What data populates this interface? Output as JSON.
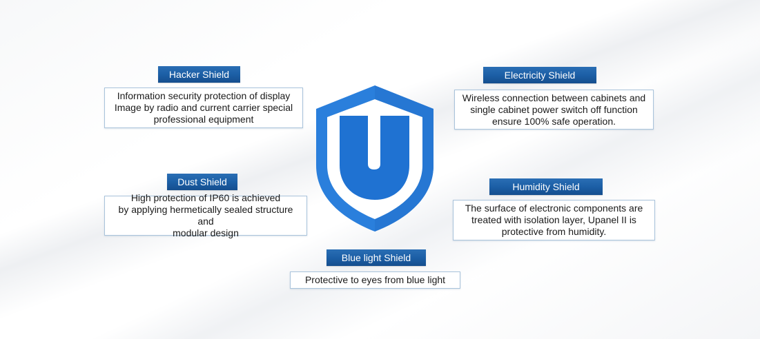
{
  "diagram": {
    "center_icon": {
      "name": "shield-u-icon",
      "color": "#2a7fdc",
      "inner_color": "#1e6fcf",
      "letter": "U"
    },
    "features": [
      {
        "id": "hacker",
        "title": "Hacker Shield",
        "description": "Information security protection of display\nImage by radio and current carrier special\nprofessional equipment"
      },
      {
        "id": "electricity",
        "title": "Electricity Shield",
        "description": "Wireless connection between cabinets and\nsingle cabinet power switch off function\nensure 100% safe operation."
      },
      {
        "id": "dust",
        "title": "Dust Shield",
        "description": "High protection of  IP60 is achieved\nby applying hermetically sealed structure and\nmodular design"
      },
      {
        "id": "humidity",
        "title": "Humidity Shield",
        "description": "The surface of electronic components are\ntreated with isolation layer, Upanel II is\nprotective from humidity."
      },
      {
        "id": "bluelight",
        "title": "Blue light Shield",
        "description": "Protective to eyes from blue light"
      }
    ],
    "colors": {
      "label_bg": "#1c5fa6",
      "label_text": "#ffffff",
      "box_border": "#a9c3db",
      "shield_blue": "#2a7fdc"
    }
  }
}
